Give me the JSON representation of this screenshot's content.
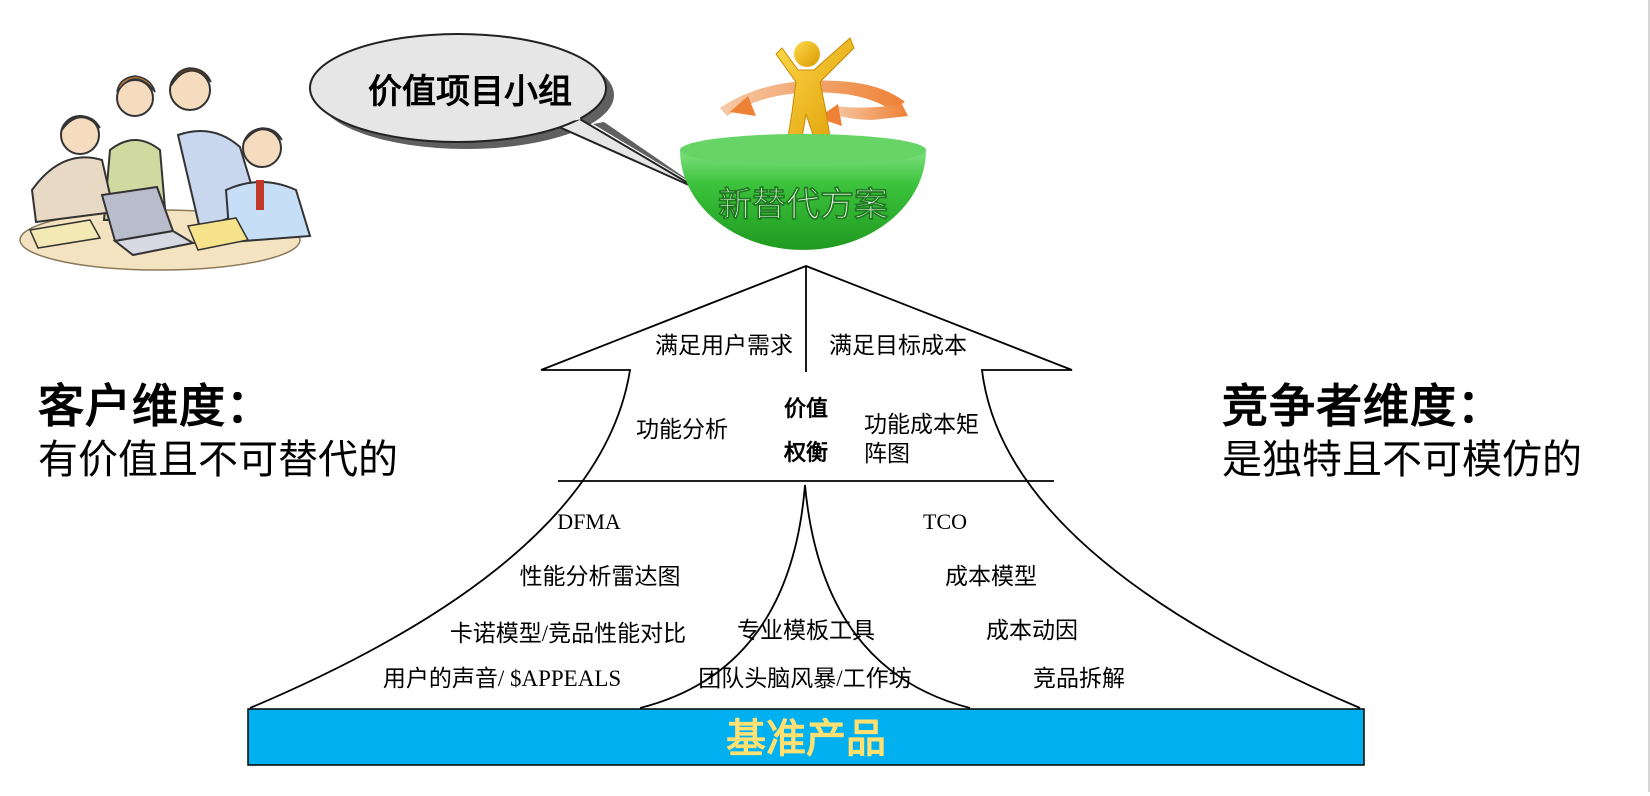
{
  "speech_bubble": {
    "label": "价值项目小组"
  },
  "top_node": {
    "label": "新替代方案"
  },
  "left_dimension": {
    "title": "客户维度：",
    "subtitle": "有价值且不可替代的"
  },
  "right_dimension": {
    "title": "竞争者维度：",
    "subtitle": "是独特且不可模仿的"
  },
  "arrow_top": {
    "left": "满足用户需求",
    "right": "满足目标成本"
  },
  "middle_band": {
    "left": "功能分析",
    "center_line1": "价值",
    "center_line2": "权衡",
    "right_line1": "功能成本矩",
    "right_line2": "阵图"
  },
  "left_tools": [
    "DFMA",
    "性能分析雷达图",
    "卡诺模型/竞品性能对比",
    "用户的声音/ $APPEALS"
  ],
  "center_tools": [
    "专业模板工具",
    "团队头脑风暴/工作坊"
  ],
  "right_tools": [
    "TCO",
    "成本模型",
    "成本动因",
    "竞品拆解"
  ],
  "base_bar": {
    "label": "基准产品"
  },
  "colors": {
    "base_bar": "#00B0F0",
    "base_text": "#FFE070",
    "hemisphere": "#33BB33",
    "figure": "#F0B800",
    "orbit_arrow": "#F08A3C",
    "bubble_fill": "#E6E6E6"
  }
}
